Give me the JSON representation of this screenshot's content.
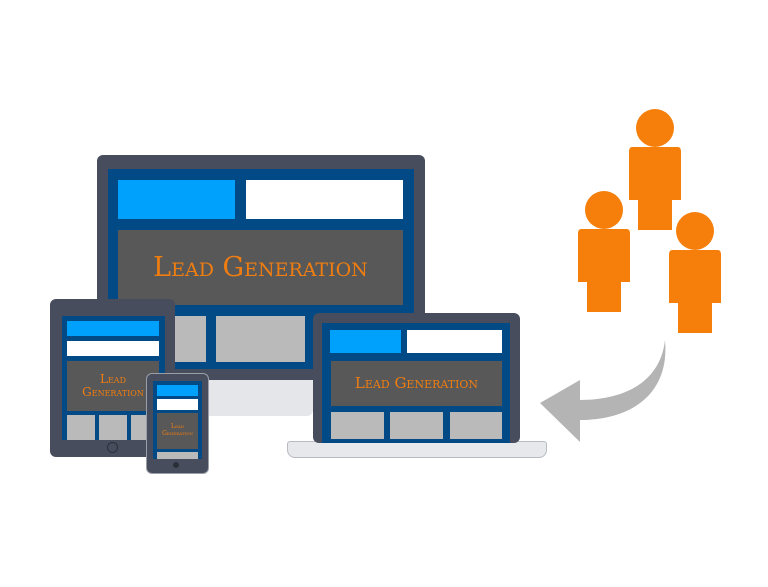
{
  "monitor": {
    "headline": "Lead Generation"
  },
  "tablet": {
    "headline": "Lead Generation"
  },
  "phone": {
    "headline": "Lead Generation"
  },
  "laptop": {
    "headline": "Lead Generation"
  },
  "colors": {
    "accent_orange": "#f57f0a",
    "screen_blue": "#024a86",
    "bright_blue": "#00a0fd",
    "bezel": "#474d5c",
    "arrow_gray": "#b4b4b4"
  }
}
